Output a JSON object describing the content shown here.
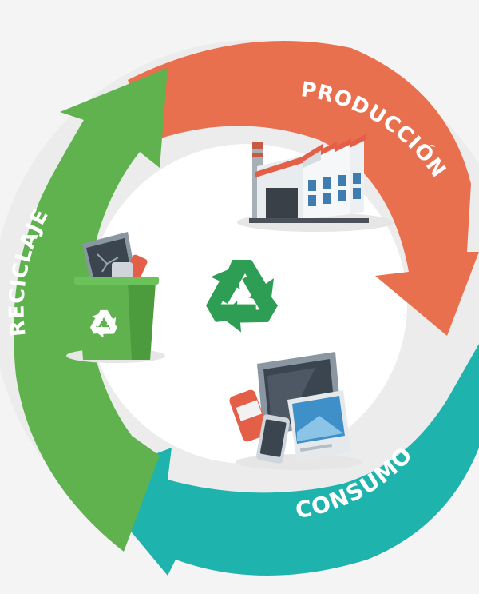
{
  "cycle": {
    "stages": [
      {
        "id": "produccion",
        "label": "PRODUCCIÓN",
        "color": "#e8704e",
        "icon": "factory-icon"
      },
      {
        "id": "consumo",
        "label": "CONSUMO",
        "color": "#1fb3ae",
        "icon": "consumer-goods-icon"
      },
      {
        "id": "reciclaje",
        "label": "RECICLAJE",
        "color": "#5fb24e",
        "icon": "recycling-bin-icon"
      }
    ],
    "center_icon": "recycle-symbol-icon",
    "center_color": "#2e9e55"
  }
}
